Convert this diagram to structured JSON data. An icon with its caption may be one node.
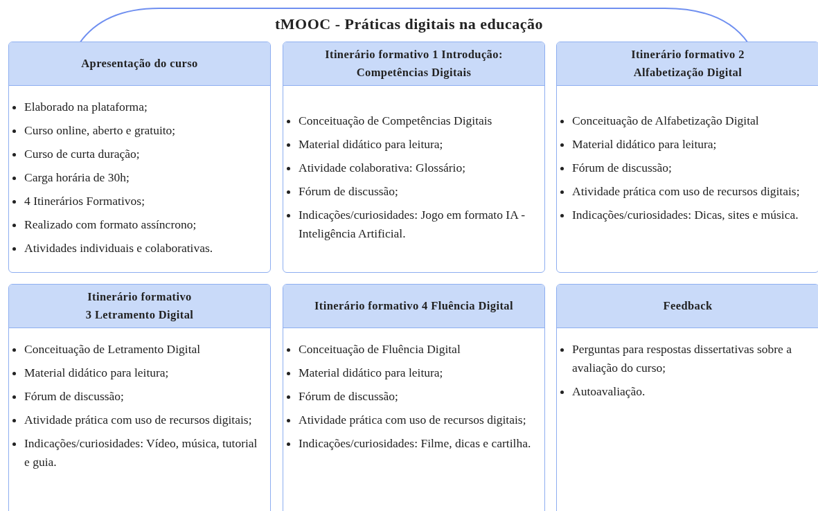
{
  "diagram": {
    "title": "tMOOC - Práticas digitais na educação",
    "nodes": [
      {
        "text": [
          "Apresentação do curso",
          "Elaborado na plataforma;",
          "Curso online, aberto e gratuito;",
          "Curso de curta duração;",
          "Carga horária de 30h;",
          "4 Itinerários Formativos;",
          "Realizado com formato assíncrono;",
          "Atividades individuais e colaborativas."
        ]
      },
      {
        "text": [
          "Itinerário formativo 1 Introdução: Competências Digitais",
          "Conceituação de Competências Digitais",
          "Material didático para leitura;",
          "Atividade colaborativa: Glossário;",
          "Fórum de discussão;",
          "Indicações/curiosidades: Jogo em formato IA -Inteligência Artificial."
        ]
      },
      {
        "text": [
          "Itinerário formativo 2 Alfabetização Digital",
          "Conceituação de Alfabetização Digital",
          "Material didático para leitura;",
          "Fórum de discussão;",
          "Atividade prática com uso de recursos digitais;",
          "Indicações/curiosidades: Dicas, sites e música."
        ]
      },
      {
        "text": [
          "Itinerário formativo 3 Letramento Digital",
          "Conceituação de Letramento Digital",
          "Material didático para leitura;",
          "Fórum de discussão;",
          "Atividade prática com uso de recursos digitais;",
          "Indicações/curiosidades: Vídeo, música, tutorial e guia."
        ]
      },
      {
        "text": [
          "Itinerário formativo 4 Fluência Digital",
          "Conceituação de Fluência Digital",
          "Material didático para leitura;",
          "Fórum de discussão;",
          "Atividade prática com uso de recursos digitais;",
          "Indicações/curiosidades: Filme, dicas e cartilha."
        ]
      },
      {
        "text": [
          "Feedback",
          "Perguntas para respostas dissertativas sobre a avaliação do curso;",
          "Autoavaliação."
        ]
      }
    ],
    "edges": []
  }
}
